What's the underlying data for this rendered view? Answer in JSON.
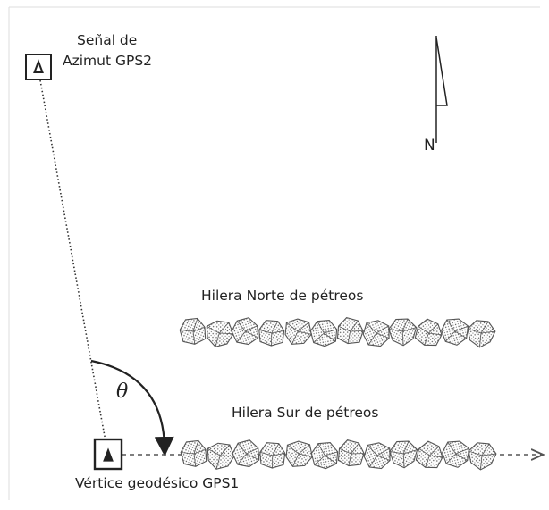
{
  "labels": {
    "azimut_signal_line1": "Señal de",
    "azimut_signal_line2": "Azimut GPS2",
    "north": "N",
    "north_row": "Hilera Norte de pétreos",
    "south_row": "Hilera Sur de pétreos",
    "angle": "θ",
    "geodetic_vertex": "Vértice geodésico GPS1"
  },
  "rows": {
    "north_stone_count": 12,
    "south_stone_count": 12
  },
  "colors": {
    "line": "#222222",
    "stone_fill": "#d9d9d9",
    "stone_stroke": "#555555",
    "frame": "#dddddd"
  }
}
